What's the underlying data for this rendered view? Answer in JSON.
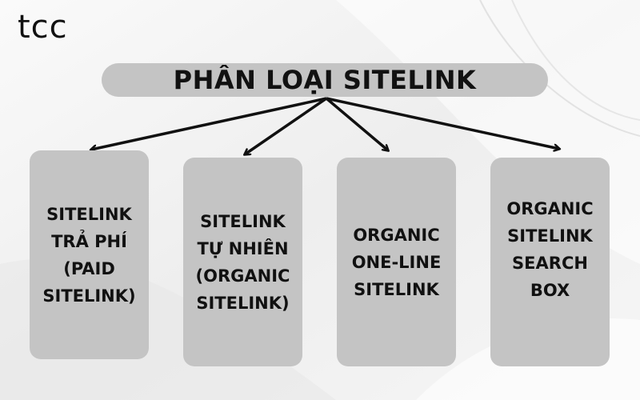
{
  "brand": {
    "logo_text": "tcc"
  },
  "diagram": {
    "title": "PHÂN LOẠI SITELINK",
    "categories": [
      {
        "label": "SITELINK\nTRẢ PHÍ\n(PAID\nSITELINK)"
      },
      {
        "label": "SITELINK\nTỰ NHIÊN\n(ORGANIC\nSITELINK)"
      },
      {
        "label": "ORGANIC\nONE-LINE\nSITELINK"
      },
      {
        "label": "ORGANIC\nSITELINK\nSEARCH\nBOX"
      }
    ]
  },
  "colors": {
    "background": "#f4f4f4",
    "box_fill": "#c4c4c4",
    "text": "#111111",
    "arrow": "#111111"
  }
}
